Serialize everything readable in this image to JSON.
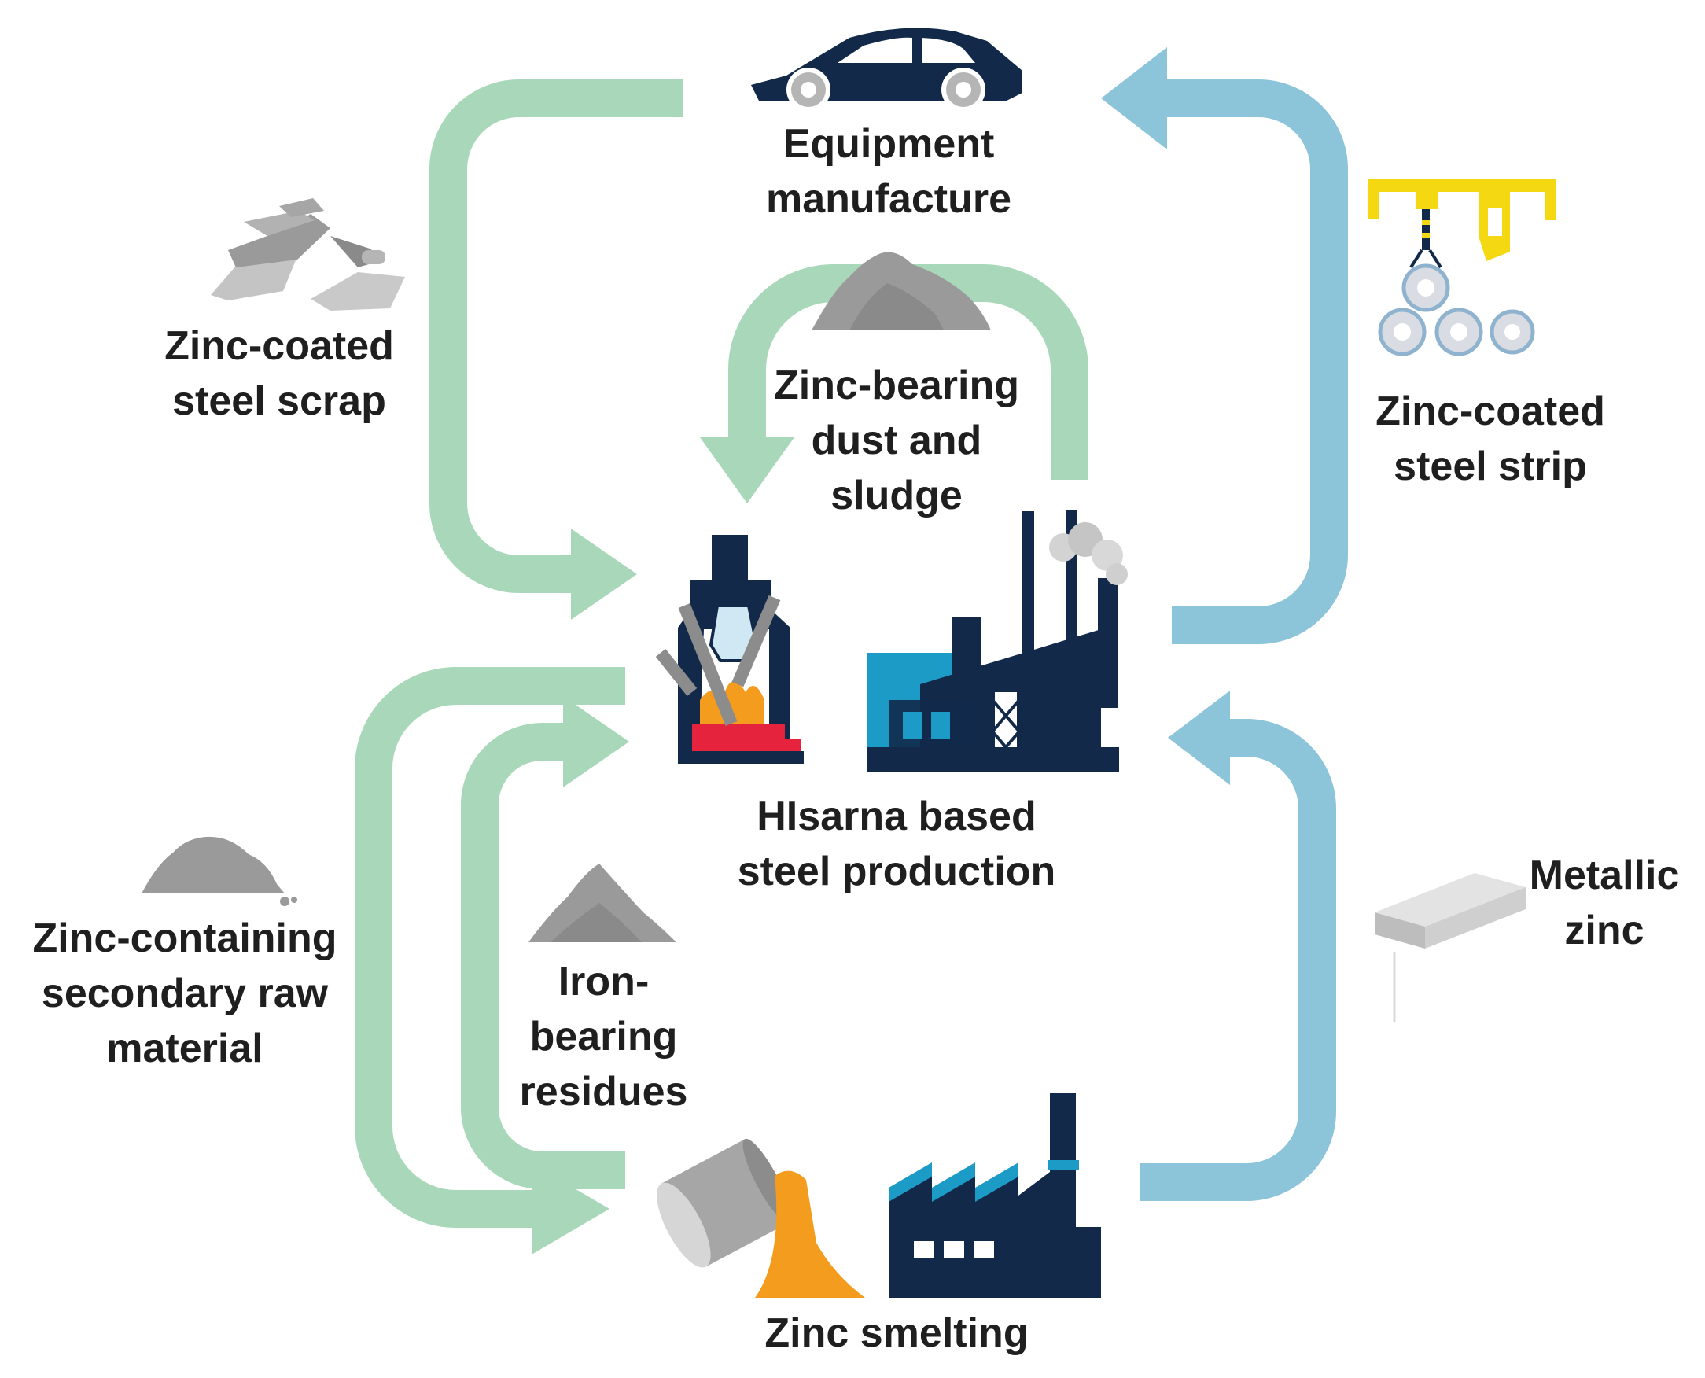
{
  "labels": {
    "equipment": [
      "Equipment",
      "manufacture"
    ],
    "scrap": [
      "Zinc-coated",
      "steel scrap"
    ],
    "dust": [
      "Zinc-bearing",
      "dust and",
      "sludge"
    ],
    "strip": [
      "Zinc-coated",
      "steel strip"
    ],
    "hisarna": [
      "HIsarna based",
      "steel production"
    ],
    "secondary": [
      "Zinc-containing",
      "secondary raw",
      "material"
    ],
    "iron": [
      "Iron-",
      "bearing",
      "residues"
    ],
    "metallic": [
      "Metallic",
      "zinc"
    ],
    "smelting": [
      "Zinc smelting"
    ]
  },
  "colors": {
    "green_flow": "#a8d8b9",
    "blue_flow": "#8cc4d9",
    "navy": "#12294a",
    "accent_blue": "#1d9bc7",
    "grey": "#9a9a9a",
    "light_grey": "#c9c9c9",
    "yellow": "#f4d812",
    "flame_orange": "#f39c1e",
    "molten_red": "#e5233d",
    "text": "#1f1f1f"
  },
  "icons": [
    "car-icon",
    "steel-scrap-icon",
    "dust-pile-icon",
    "crane-coils-icon",
    "converter-furnace-icon",
    "steel-plant-icon",
    "secondary-material-pile-icon",
    "iron-residue-pile-icon",
    "zinc-ingot-icon",
    "zinc-smelter-icon"
  ]
}
